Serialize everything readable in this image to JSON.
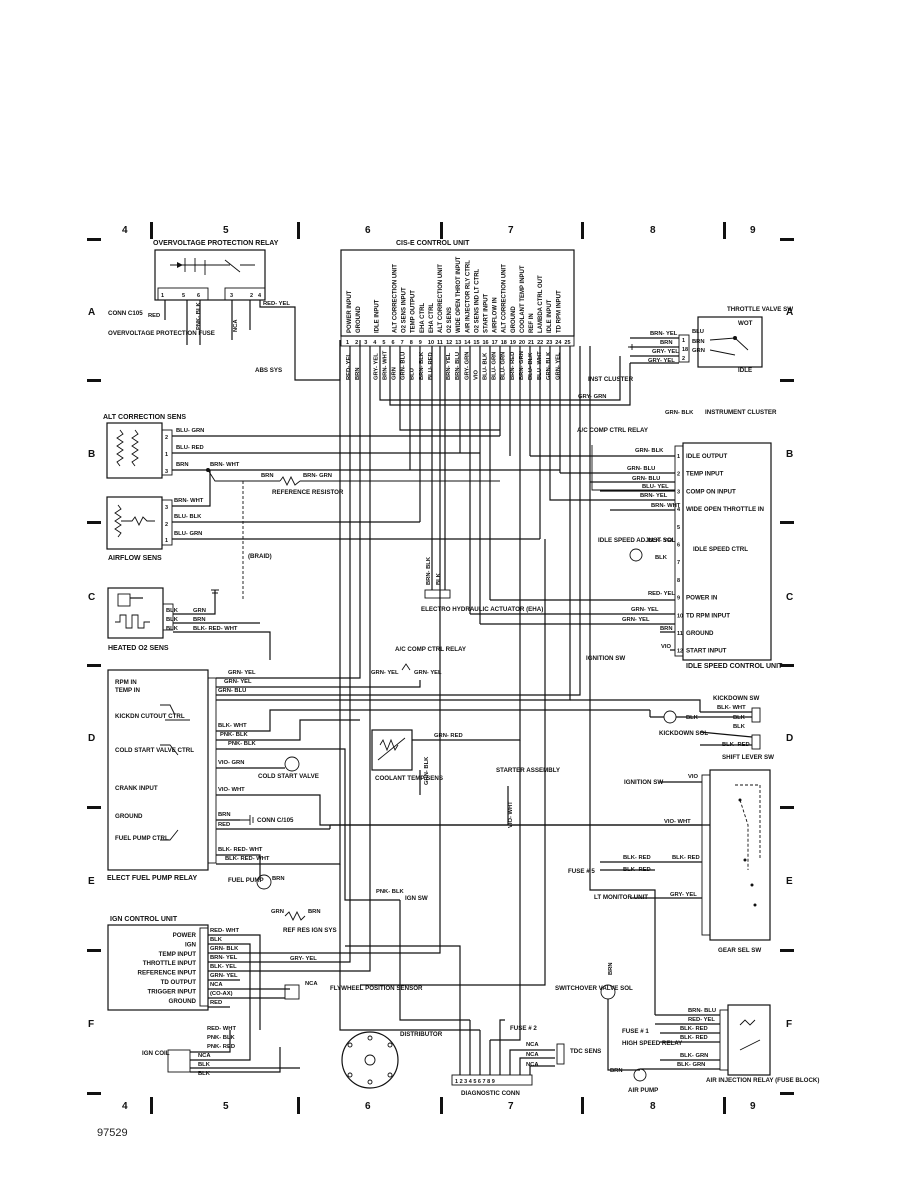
{
  "grid": {
    "columns": [
      "4",
      "5",
      "6",
      "7",
      "8",
      "9"
    ],
    "rows": [
      "A",
      "B",
      "C",
      "D",
      "E",
      "F"
    ]
  },
  "figure_number": "97529",
  "components": {
    "ovp_relay": "OVERVOLTAGE PROTECTION RELAY",
    "cis_e": "CIS-E CONTROL UNIT",
    "conn_c105_top": "CONN C105",
    "ovp_fuse": "OVERVOLTAGE PROTECTION FUSE",
    "abs_sys": "ABS SYS",
    "throttle_valve_sw": "THROTTLE VALVE SW",
    "wot": "WOT",
    "idle": "IDLE",
    "inst_cluster": "INST CLUSTER",
    "instrument_cluster": "INSTRUMENT CLUSTER",
    "alt_correction_sens": "ALT CORRECTION SENS",
    "airflow_sens": "AIRFLOW SENS",
    "reference_resistor": "REFERENCE RESISTOR",
    "braid": "(BRAID)",
    "ac_comp_ctrl_relay_top": "A/C COMP CTRL RELAY",
    "idle_speed_adjust_sol": "IDLE SPEED ADJUST SOL",
    "idle_speed_ctrl": "IDLE SPEED CTRL",
    "eha": "ELECTRO HYDRAULIC ACTUATOR (EHA)",
    "heated_o2_sens": "HEATED O2 SENS",
    "ignition_sw": "IGNITION SW",
    "idle_speed_control_unit": "IDLE SPEED CONTROL UNIT",
    "ac_comp_ctrl_relay_mid": "A/C COMP CTRL RELAY",
    "kickdown_sw": "KICKDOWN SW",
    "kickdown_sol": "KICKDOWN SOL",
    "shift_lever_sw": "SHIFT LEVER SW",
    "coolant_temp_sens": "COOLANT TEMP SENS",
    "starter_assembly": "STARTER ASSEMBLY",
    "cold_start_valve": "COLD START VALVE",
    "conn_c105_mid": "CONN C/105",
    "elect_fuel_pump_relay": "ELECT FUEL PUMP RELAY",
    "fuel_pump": "FUEL PUMP",
    "fuse_5": "FUSE # 5",
    "lt_monitor_unit": "LT MONITOR UNIT",
    "gear_sel_sw": "GEAR SEL SW",
    "ign_control_unit": "IGN CONTROL UNIT",
    "ref_res_ign_sys": "REF RES IGN SYS",
    "ign_sw": "IGN SW",
    "flywheel_sensor": "FLYWHEEL POSITION SENSOR",
    "switchover_valve_sol": "SWITCHOVER VALVE SOL",
    "distributor": "DISTRIBUTOR",
    "ign_coil": "IGN COIL",
    "fuse_2": "FUSE # 2",
    "tdc_sens": "TDC SENS",
    "diagnostic_conn": "DIAGNOSTIC CONN",
    "fuse_1": "FUSE # 1",
    "high_speed_relay": "HIGH SPEED RELAY",
    "air_pump": "AIR PUMP",
    "air_injection_relay": "AIR INJECTION RELAY (FUSE BLOCK)"
  },
  "cis_pins": [
    "POWER INPUT",
    "GROUND",
    "",
    "IDLE INPUT",
    "",
    "ALT CORRECTION UNIT",
    "O2 SENS INPUT",
    "TEMP OUTPUT",
    "EHA CTRL",
    "EHA CTRL",
    "ALT CORRECTION UNIT",
    "O2 SENS",
    "WIDE OPEN THROT INPUT",
    "AIR INJECTOR RLY CTRL",
    "O2 SENS IND LT CTRL",
    "START INPUT",
    "AIRFLOW IN",
    "ALT CORRECTION UNIT",
    "GROUND",
    "COOLANT TEMP INPUT",
    "REF IN",
    "LAMBDA CTRL OUT",
    "IDLE INPUT",
    "TD RPM INPUT",
    ""
  ],
  "cis_wires": [
    "RED- YEL",
    "BRN",
    "",
    "GRY- YEL",
    "BRN- WHT",
    "GRN",
    "GRN- BLU",
    "BLU",
    "BRN- BLK",
    "BLU- RED",
    "",
    "BRN- YEL",
    "BRN- BLU",
    "GRY- GRN",
    "VIO",
    "BLU- BLK",
    "BLU- GRN",
    "BLU- GRN",
    "BRN- RED",
    "BRN- GRN",
    "BLU- BLK",
    "BLU- WHT",
    "GRN- BLK",
    "GRN- YEL",
    ""
  ],
  "isc_pins": [
    "IDLE OUTPUT",
    "TEMP INPUT",
    "COMP ON INPUT",
    "WIDE OPEN THROTTLE IN",
    "",
    "",
    "",
    "",
    "POWER IN",
    "TD RPM INPUT",
    "GROUND",
    "START INPUT"
  ],
  "fuel_pump_relay_pins": [
    "RPM IN",
    "TEMP IN",
    "KICKDN CUTOUT CTRL",
    "COLD START VALVE CTRL",
    "CRANK INPUT",
    "GROUND",
    "FUEL PUMP CTRL"
  ],
  "ign_unit_pins": [
    "POWER",
    "IGN",
    "TEMP INPUT",
    "THROTTLE INPUT",
    "REFERENCE INPUT",
    "TD OUTPUT",
    "TRIGGER INPUT",
    "GROUND"
  ],
  "wires": {
    "red_yel": "RED- YEL",
    "red": "RED",
    "pnk_blk": "PNK- BLK",
    "nca": "NCA",
    "blu_grn": "BLU- GRN",
    "blu_red": "BLU- RED",
    "brn": "BRN",
    "brn_wht": "BRN- WHT",
    "brn_grn": "BRN- GRN",
    "blu_blk": "BLU- BLK",
    "blk": "BLK",
    "grn": "GRN",
    "blk_red_wht": "BLK- RED- WHT",
    "brn_blk": "BRN- BLK",
    "brn_yel": "BRN- YEL",
    "gry_yel": "GRY- YEL",
    "gry_grn": "GRY- GRN",
    "blu": "BLU",
    "grn_blk": "GRN- BLK",
    "grn_blu": "GRN- BLU",
    "blu_yel": "BLU- YEL",
    "blk_yel": "BLK- YEL",
    "grn_yel": "GRN- YEL",
    "vio": "VIO",
    "blk_wht": "BLK- WHT",
    "blk_red": "BLK- RED",
    "vio_grn": "VIO- GRN",
    "vio_wht": "VIO- WHT",
    "grn_red": "GRN- RED",
    "red_wht": "RED- WHT",
    "grn_yel_ign": "GRN- YEL",
    "co_ax": "(CO-AX)",
    "pnk_red": "PNK- RED",
    "red_yel_air": "RED- YEL",
    "brn_blu": "BRN- BLU",
    "blk_grn": "BLK- GRN"
  }
}
